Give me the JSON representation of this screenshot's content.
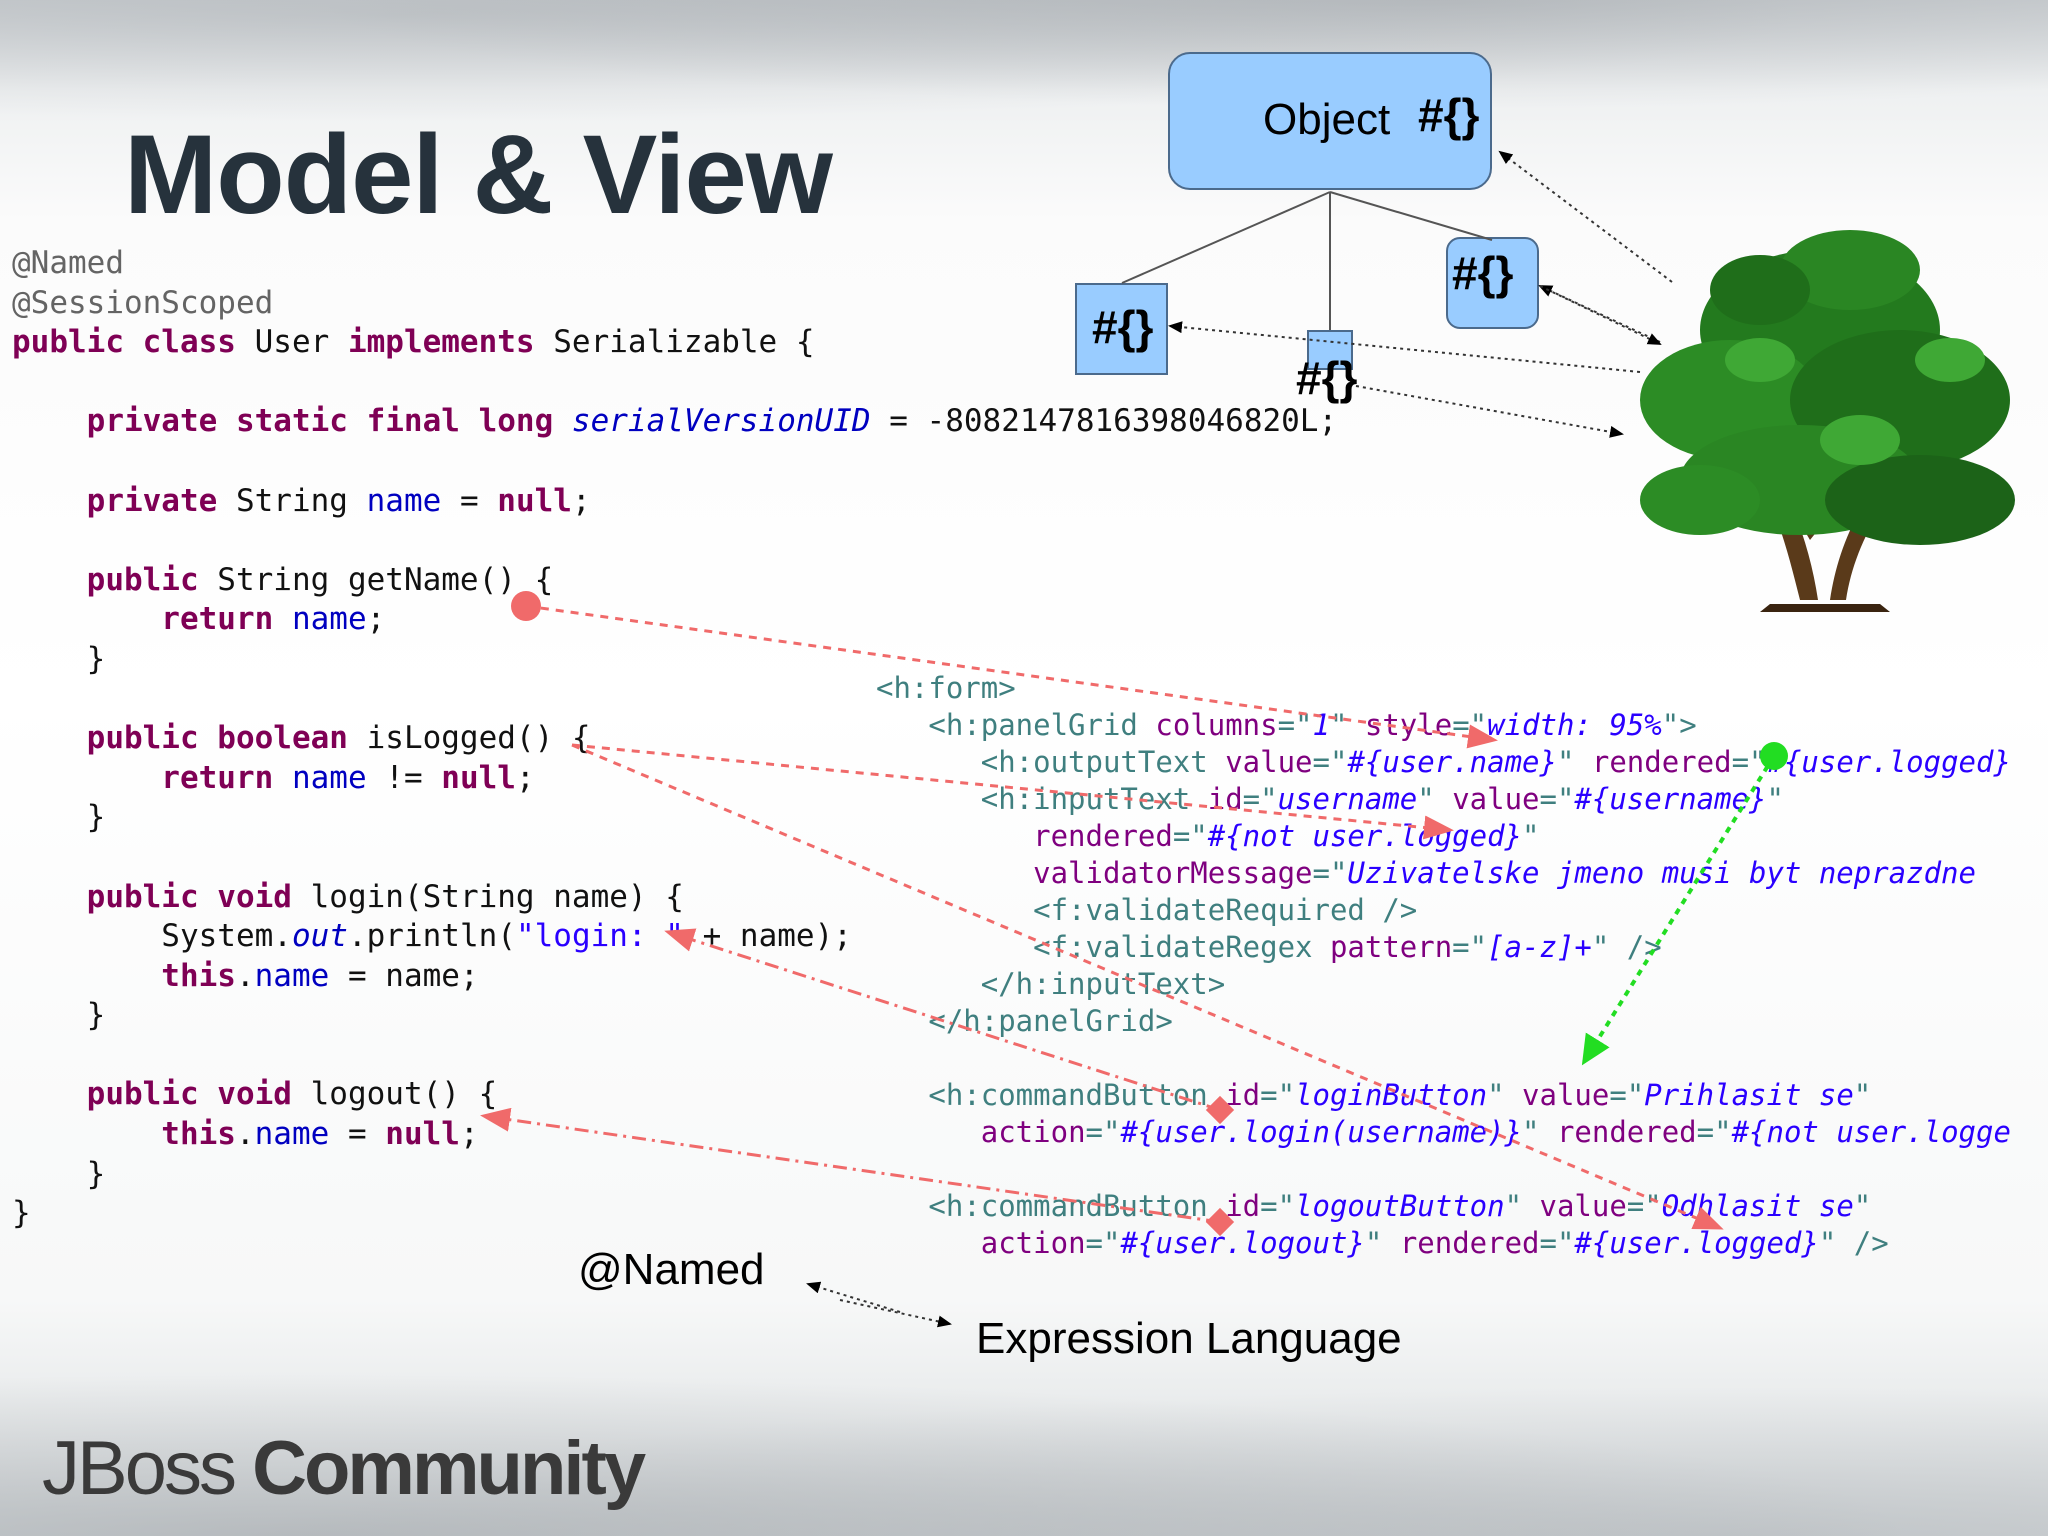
{
  "slide": {
    "title": "Model & View",
    "diagram": {
      "object_label": "Object",
      "object_hash": "#{}",
      "node_left": "#{}",
      "node_mid": "#{}",
      "node_right": "#{}"
    },
    "labels": {
      "named": "@Named",
      "expression_language": "Expression Language"
    },
    "logo": {
      "prefix": "JBoss",
      "suffix": "Community"
    }
  },
  "java_code": {
    "l1": "@Named",
    "l2": "@SessionScoped",
    "l3_a": "public class",
    "l3_b": " User ",
    "l3_c": "implements",
    "l3_d": " Serializable {",
    "l5_a": "    private static final long",
    "l5_b": "serialVersionUID",
    "l5_c": " = -8082147816398046820L;",
    "l7_a": "    private",
    "l7_b": " String ",
    "l7_c": "name",
    "l7_d": " = ",
    "l7_e": "null",
    "l7_f": ";",
    "l9_a": "    public",
    "l9_b": " String getName() {",
    "l10_a": "        return",
    "l10_b": "name",
    "l10_c": ";",
    "l11": "    }",
    "l13_a": "    public boolean",
    "l13_b": " isLogged() {",
    "l14_a": "        return",
    "l14_b": "name",
    "l14_c": " != ",
    "l14_d": "null",
    "l14_e": ";",
    "l15": "    }",
    "l17_a": "    public void",
    "l17_b": " login(String name) {",
    "l18_a": "        System.",
    "l18_b": "out",
    "l18_c": ".println(",
    "l18_d": "\"login: \"",
    "l18_e": " + name);",
    "l19_a": "        this",
    "l19_b": ".",
    "l19_c": "name",
    "l19_d": " = name;",
    "l20": "    }",
    "l22_a": "    public void",
    "l22_b": " logout() {",
    "l23_a": "        this",
    "l23_b": ".",
    "l23_c": "name",
    "l23_d": " = ",
    "l23_e": "null",
    "l23_f": ";",
    "l24": "    }",
    "l25": "}"
  },
  "xml_code": {
    "x1": "<h:form>",
    "x2_a": "   <h:panelGrid ",
    "x2_b": "columns",
    "x2_c": "=\"",
    "x2_d": "1",
    "x2_e": "\" ",
    "x2_f": "style",
    "x2_g": "=\"",
    "x2_h": "width: 95%",
    "x2_i": "\">",
    "x3_a": "      <h:outputText ",
    "x3_b": "value",
    "x3_c": "=\"",
    "x3_d": "#{user.name}",
    "x3_e": "\" ",
    "x3_f": "rendered",
    "x3_g": "=\"",
    "x3_h": "#{user.logged}",
    "x4_a": "      <h:inputText ",
    "x4_b": "id",
    "x4_c": "=\"",
    "x4_d": "username",
    "x4_e": "\" ",
    "x4_f": "value",
    "x4_g": "=\"",
    "x4_h": "#{username}",
    "x4_i": "\"",
    "x5_a": "         ",
    "x5_b": "rendered",
    "x5_c": "=\"",
    "x5_d": "#{not user.logged}",
    "x5_e": "\"",
    "x6_a": "         ",
    "x6_b": "validatorMessage",
    "x6_c": "=\"",
    "x6_d": "Uzivatelske jmeno musi byt neprazdne",
    "x7": "         <f:validateRequired />",
    "x8_a": "         <f:validateRegex ",
    "x8_b": "pattern",
    "x8_c": "=\"",
    "x8_d": "[a-z]+",
    "x8_e": "\" />",
    "x9": "      </h:inputText>",
    "x10": "   </h:panelGrid>",
    "x12_a": "   <h:commandButton ",
    "x12_b": "id",
    "x12_c": "=\"",
    "x12_d": "loginButton",
    "x12_e": "\" ",
    "x12_f": "value",
    "x12_g": "=\"",
    "x12_h": "Prihlasit se",
    "x12_i": "\"",
    "x13_a": "      ",
    "x13_b": "action",
    "x13_c": "=\"",
    "x13_d": "#{user.login(username)}",
    "x13_e": "\" ",
    "x13_f": "rendered",
    "x13_g": "=\"",
    "x13_h": "#{not user.logge",
    "x15_a": "   <h:commandButton ",
    "x15_b": "id",
    "x15_c": "=\"",
    "x15_d": "logoutButton",
    "x15_e": "\" ",
    "x15_f": "value",
    "x15_g": "=\"",
    "x15_h": "Odhlasit se",
    "x15_i": "\"",
    "x16_a": "      ",
    "x16_b": "action",
    "x16_c": "=\"",
    "x16_d": "#{user.logout}",
    "x16_e": "\" ",
    "x16_f": "rendered",
    "x16_g": "=\"",
    "x16_h": "#{user.logged}",
    "x16_i": "\" />"
  },
  "colors": {
    "keyword": "#7f0055",
    "field": "#0000c0",
    "string": "#2a00ff",
    "xml_tag": "#3f7f7f",
    "xml_attr": "#7f007f",
    "box_fill": "#99ccff",
    "red_arrow": "#f06a6a",
    "green_arrow": "#22dd22"
  }
}
